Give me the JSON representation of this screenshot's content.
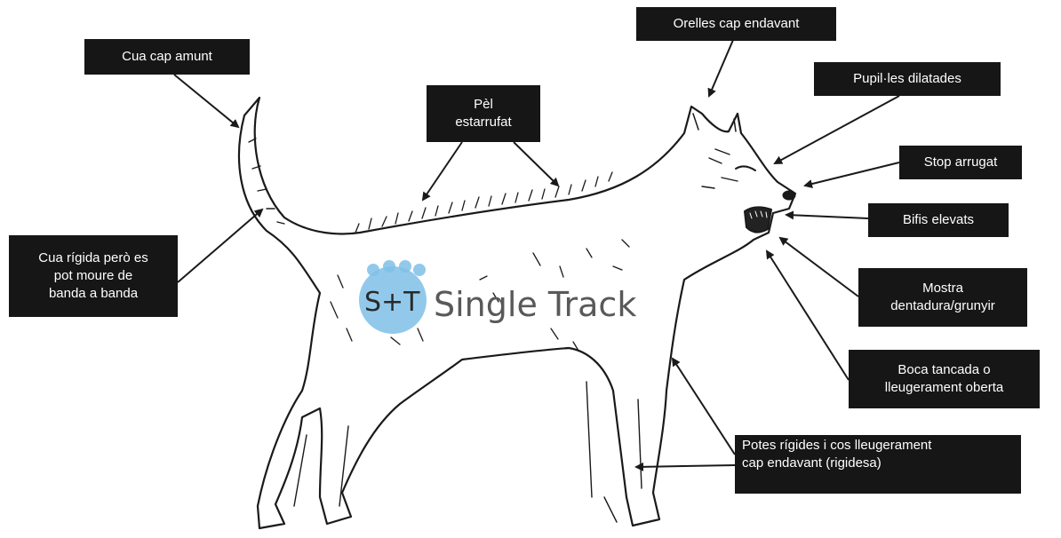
{
  "labels": {
    "tail_up": "Cua cap amunt",
    "stiff_tail": [
      "Cua rígida però es",
      "pot moure de",
      "banda a banda"
    ],
    "raised_hair": [
      "Pèl",
      "estarrufat"
    ],
    "ears_forward": "Orelles cap endavant",
    "dilated_pupils": "Pupil·les dilatades",
    "wrinkled_stop": "Stop arrugat",
    "raised_lips": "Bifis elevats",
    "shows_teeth": [
      "Mostra",
      "dentadura/grunyir"
    ],
    "mouth_closed": [
      "Boca tancada o",
      "lleugerament oberta"
    ],
    "stiff_legs": [
      "Potes rígides i cos lleugerament",
      "cap endavant (rigidesa)"
    ]
  },
  "watermark": {
    "logo_letters": "S+T",
    "text": "Single Track",
    "accent_color": "#7fbfe8"
  },
  "colors": {
    "label_bg": "#161616",
    "label_text": "#ffffff",
    "ink": "#1a1a1a"
  }
}
